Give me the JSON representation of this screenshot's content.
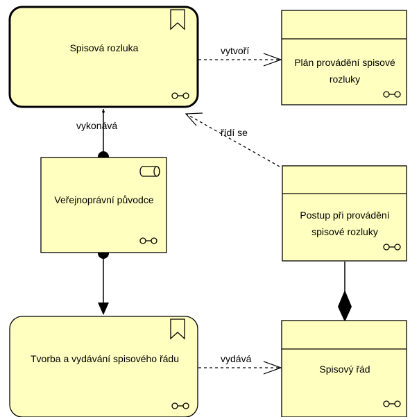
{
  "colors": {
    "node_fill": "#ffffc0",
    "node_stroke": "#000000"
  },
  "nodes": {
    "spisova_rozluka": {
      "label": "Spisová rozluka",
      "type": "process"
    },
    "plan": {
      "label_line1": "Plán provádění spisové",
      "label_line2": "rozluky",
      "type": "business-object"
    },
    "puvodce": {
      "label": "Veřejnoprávní původce",
      "type": "role"
    },
    "postup": {
      "label_line1": "Postup při provádění",
      "label_line2": "spisové rozluky",
      "type": "business-object"
    },
    "tvorba": {
      "label": "Tvorba a vydávání spisového řádu",
      "type": "process"
    },
    "spisovy_rad": {
      "label": "Spisový řád",
      "type": "business-object"
    }
  },
  "relations": {
    "vytvori": "vytvoří",
    "vykonava": "vykonává",
    "ridi_se": "řídí se",
    "vydava": "vydává"
  },
  "icons": {
    "process": "bookmark-icon",
    "role": "cylinder-icon",
    "view": "glasses-icon"
  }
}
